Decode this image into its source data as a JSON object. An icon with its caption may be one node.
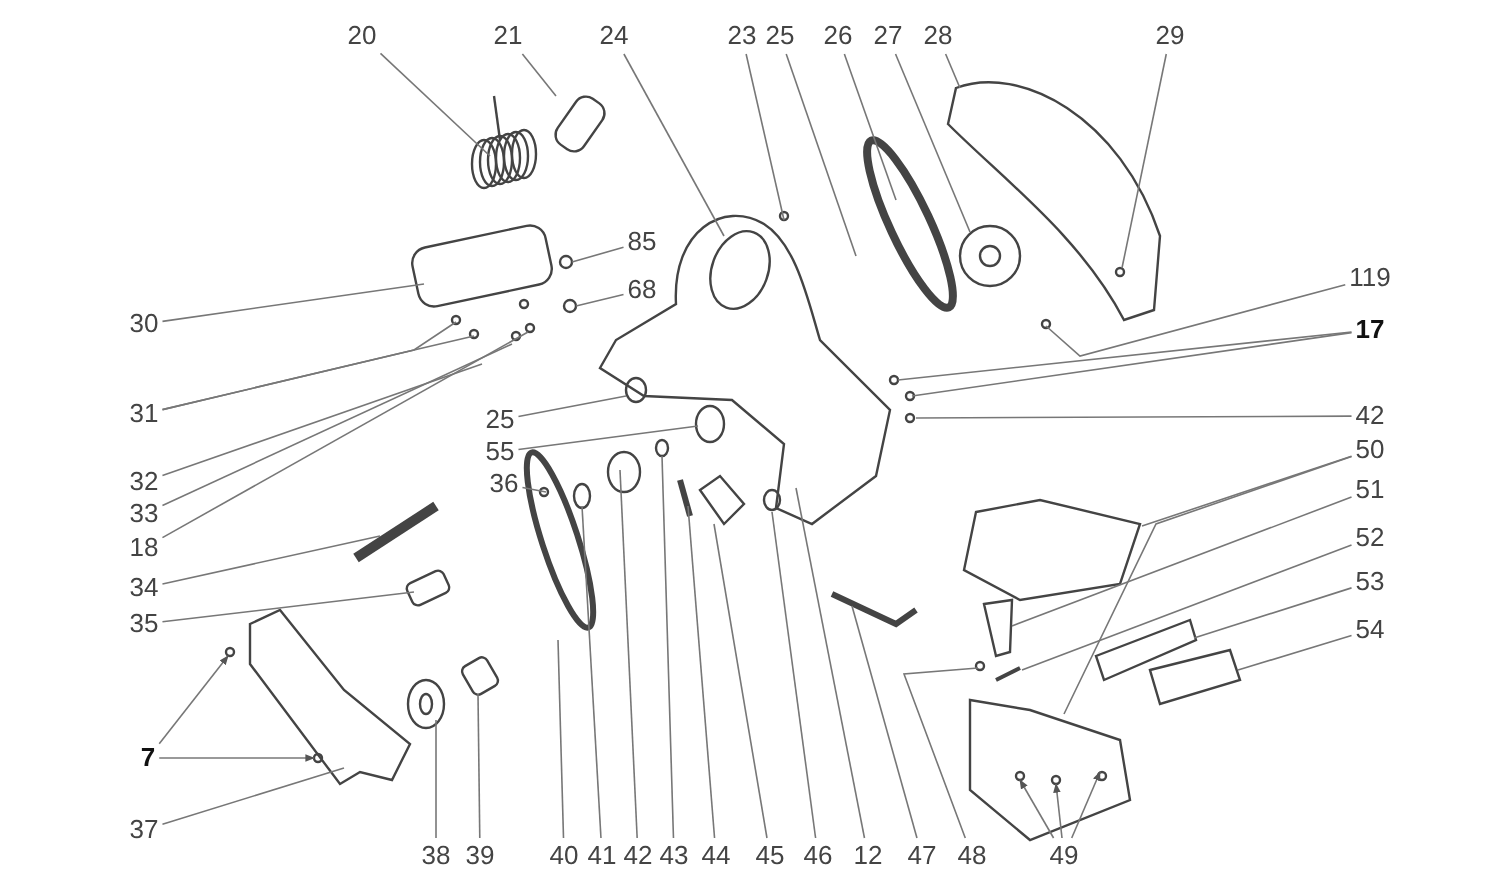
{
  "diagram": {
    "nodes": [
      {
        "text": [
          "20"
        ]
      },
      {
        "text": [
          "21"
        ]
      },
      {
        "text": [
          "24"
        ]
      },
      {
        "text": [
          "23"
        ]
      },
      {
        "text": [
          "25"
        ]
      },
      {
        "text": [
          "26"
        ]
      },
      {
        "text": [
          "27"
        ]
      },
      {
        "text": [
          "28"
        ]
      },
      {
        "text": [
          "29"
        ]
      },
      {
        "text": [
          "85"
        ]
      },
      {
        "text": [
          "68"
        ]
      },
      {
        "text": [
          "30"
        ]
      },
      {
        "text": [
          "119"
        ]
      },
      {
        "text": [
          "17"
        ]
      },
      {
        "text": [
          "31"
        ]
      },
      {
        "text": [
          "42"
        ]
      },
      {
        "text": [
          "25"
        ]
      },
      {
        "text": [
          "50"
        ]
      },
      {
        "text": [
          "55"
        ]
      },
      {
        "text": [
          "32"
        ]
      },
      {
        "text": [
          "51"
        ]
      },
      {
        "text": [
          "36"
        ]
      },
      {
        "text": [
          "33"
        ]
      },
      {
        "text": [
          "18"
        ]
      },
      {
        "text": [
          "52"
        ]
      },
      {
        "text": [
          "34"
        ]
      },
      {
        "text": [
          "53"
        ]
      },
      {
        "text": [
          "35"
        ]
      },
      {
        "text": [
          "54"
        ]
      },
      {
        "text": [
          "7"
        ]
      },
      {
        "text": [
          "37"
        ]
      },
      {
        "text": [
          "38"
        ]
      },
      {
        "text": [
          "39"
        ]
      },
      {
        "text": [
          "40"
        ]
      },
      {
        "text": [
          "41"
        ]
      },
      {
        "text": [
          "42"
        ]
      },
      {
        "text": [
          "43"
        ]
      },
      {
        "text": [
          "44"
        ]
      },
      {
        "text": [
          "45"
        ]
      },
      {
        "text": [
          "46"
        ]
      },
      {
        "text": [
          "12"
        ]
      },
      {
        "text": [
          "47"
        ]
      },
      {
        "text": [
          "48"
        ]
      },
      {
        "text": [
          "49"
        ]
      }
    ],
    "edges": [
      {
        "from": 0,
        "to": null,
        "arrow": "none"
      },
      {
        "from": 1,
        "to": null,
        "arrow": "none"
      },
      {
        "from": 2,
        "to": null,
        "arrow": "none"
      },
      {
        "from": 3,
        "to": null,
        "arrow": "none"
      },
      {
        "from": 4,
        "to": null,
        "arrow": "none"
      },
      {
        "from": 5,
        "to": null,
        "arrow": "none"
      },
      {
        "from": 6,
        "to": null,
        "arrow": "none"
      },
      {
        "from": 7,
        "to": null,
        "arrow": "none"
      },
      {
        "from": 8,
        "to": null,
        "arrow": "none"
      },
      {
        "from": 9,
        "to": null,
        "arrow": "none"
      },
      {
        "from": 10,
        "to": null,
        "arrow": "none"
      },
      {
        "from": 11,
        "to": null,
        "arrow": "none"
      },
      {
        "from": 12,
        "to": null,
        "arrow": "none"
      },
      {
        "from": 13,
        "to": null,
        "arrow": "none"
      },
      {
        "from": 13,
        "to": null,
        "arrow": "none"
      },
      {
        "from": 14,
        "to": null,
        "arrow": "none"
      },
      {
        "from": 14,
        "to": null,
        "arrow": "none"
      },
      {
        "from": 15,
        "to": null,
        "arrow": "none"
      },
      {
        "from": 16,
        "to": null,
        "arrow": "none"
      },
      {
        "from": 17,
        "to": null,
        "arrow": "none"
      },
      {
        "from": 17,
        "to": null,
        "arrow": "none"
      },
      {
        "from": 18,
        "to": null,
        "arrow": "none"
      },
      {
        "from": 19,
        "to": null,
        "arrow": "none"
      },
      {
        "from": 20,
        "to": null,
        "arrow": "none"
      },
      {
        "from": 21,
        "to": null,
        "arrow": "none"
      },
      {
        "from": 22,
        "to": null,
        "arrow": "none"
      },
      {
        "from": 23,
        "to": null,
        "arrow": "none"
      },
      {
        "from": 24,
        "to": null,
        "arrow": "none"
      },
      {
        "from": 25,
        "to": null,
        "arrow": "none"
      },
      {
        "from": 26,
        "to": null,
        "arrow": "none"
      },
      {
        "from": 27,
        "to": null,
        "arrow": "none"
      },
      {
        "from": 28,
        "to": null,
        "arrow": "none"
      },
      {
        "from": 29,
        "to": null,
        "arrow": "to"
      },
      {
        "from": 29,
        "to": null,
        "arrow": "to"
      },
      {
        "from": 30,
        "to": null,
        "arrow": "none"
      },
      {
        "from": 31,
        "to": null,
        "arrow": "none"
      },
      {
        "from": 32,
        "to": null,
        "arrow": "none"
      },
      {
        "from": 33,
        "to": null,
        "arrow": "none"
      },
      {
        "from": 34,
        "to": null,
        "arrow": "none"
      },
      {
        "from": 35,
        "to": null,
        "arrow": "none"
      },
      {
        "from": 36,
        "to": null,
        "arrow": "none"
      },
      {
        "from": 37,
        "to": null,
        "arrow": "none"
      },
      {
        "from": 38,
        "to": null,
        "arrow": "none"
      },
      {
        "from": 39,
        "to": null,
        "arrow": "none"
      },
      {
        "from": 40,
        "to": null,
        "arrow": "none"
      },
      {
        "from": 41,
        "to": null,
        "arrow": "none"
      },
      {
        "from": 42,
        "to": null,
        "arrow": "none"
      },
      {
        "from": 43,
        "to": null,
        "arrow": "to"
      },
      {
        "from": 43,
        "to": null,
        "arrow": "to"
      },
      {
        "from": 43,
        "to": null,
        "arrow": "to"
      }
    ]
  }
}
